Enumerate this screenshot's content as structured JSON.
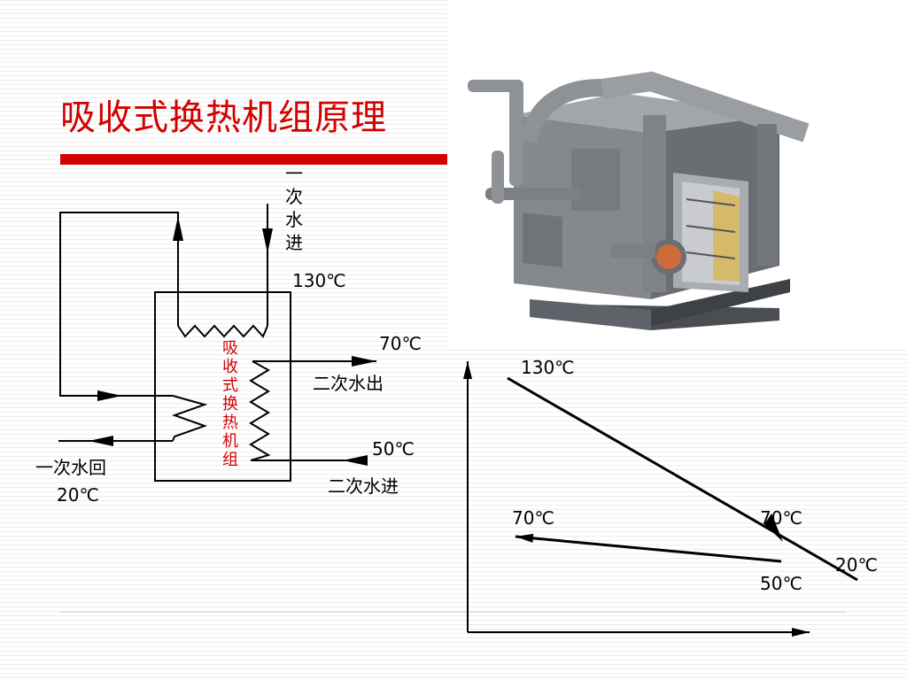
{
  "title": "吸收式换热机组原理",
  "schematic": {
    "primary_in_label": "一次水进",
    "primary_in_temp": "130℃",
    "unit_label": "吸收式换热机组",
    "secondary_out_temp": "70℃",
    "secondary_out_label": "二次水出",
    "secondary_in_temp": "50℃",
    "secondary_in_label": "二次水进",
    "primary_return_label": "一次水回",
    "primary_return_temp": "20℃"
  },
  "chart": {
    "primary_start_temp": "130℃",
    "primary_mid_temp": "70℃",
    "primary_end_temp": "20℃",
    "secondary_start_temp": "50℃",
    "secondary_end_temp": "70℃"
  },
  "colors": {
    "title": "#d40000",
    "unit_label": "#d40000",
    "lines": "#000000"
  },
  "photo": {
    "subject": "absorption-heat-exchanger-unit-photo"
  }
}
